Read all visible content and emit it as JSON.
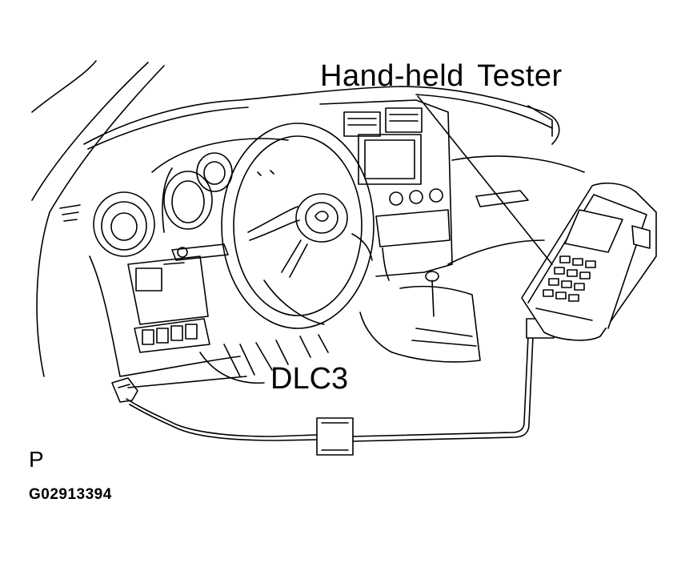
{
  "labels": {
    "tester": "Hand-held Tester",
    "connector": "DLC3",
    "corner_mark": "P",
    "figure_code": "G02913394"
  },
  "colors": {
    "ink": "#000000",
    "paper": "#ffffff"
  }
}
